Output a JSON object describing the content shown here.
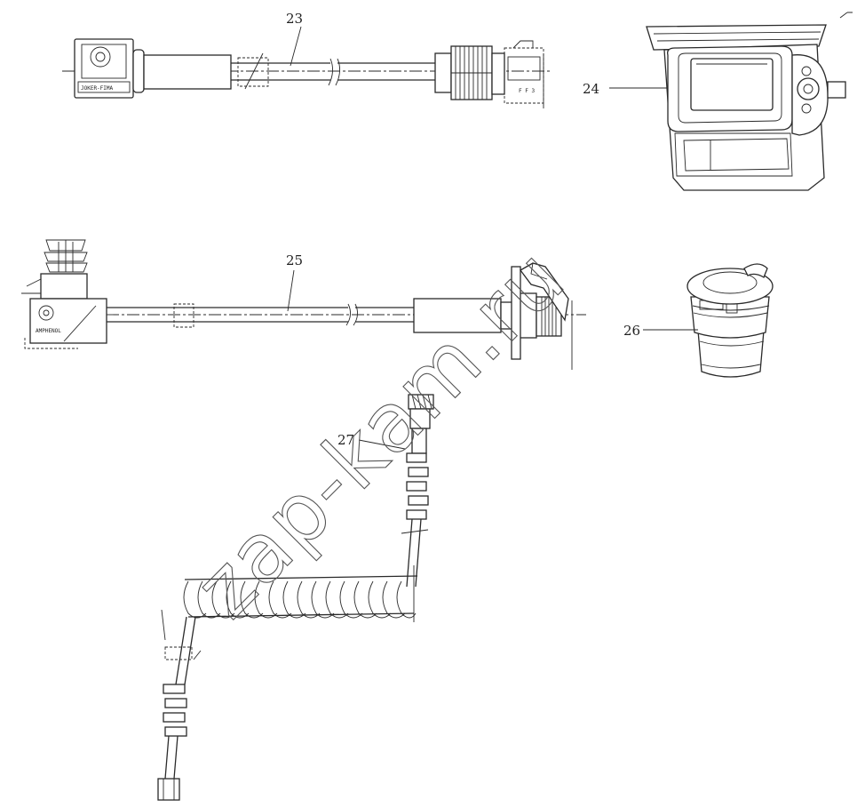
{
  "callouts": {
    "part_23": "23",
    "part_24": "24",
    "part_25": "25",
    "part_26": "26",
    "part_27": "27"
  },
  "part_markings": {
    "connector_23_print": "JOKER-FIMA",
    "connector_25_print": "AMPHENOL"
  },
  "watermark": "zap-kam.ru"
}
